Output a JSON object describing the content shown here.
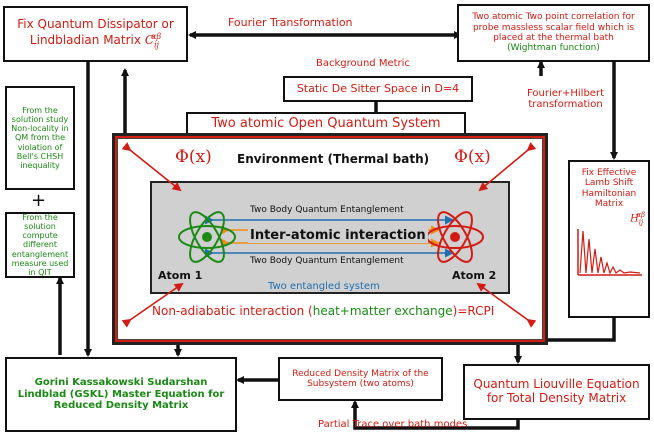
{
  "boxes": {
    "dissipator": {
      "line1": "Fix Quantum Dissipator or",
      "line2": "Lindbladian Matrix",
      "symbol": "C",
      "sub": "ij",
      "sup": "αβ"
    },
    "correlation": {
      "text": "Two atomic Two point correlation for probe massless scalar field which is placed at the thermal bath",
      "sub": "(Wightman function)"
    },
    "desitter": {
      "text": "Static De Sitter Space in D=4"
    },
    "open_system": {
      "text": "Two atomic Open Quantum System"
    },
    "nonlocality": {
      "text": "From the solution study Non-locality in QM from the violation of Bell's CHSH inequality"
    },
    "entanglement_measure": {
      "text": "From the solution compute different entanglement measure used in QIT"
    },
    "lamb_shift": {
      "text": "Fix Effective Lamb Shift Hamiltonian Matrix",
      "symbol": "H",
      "sub": "ij",
      "sup": "αβ"
    },
    "gskl": {
      "text": "Gorini Kassakowski Sudarshan Lindblad (GSKL) Master Equation for Reduced Density Matrix"
    },
    "reduced_density": {
      "text": "Reduced Density Matrix of the Subsystem (two atoms)"
    },
    "liouville": {
      "text": "Quantum Liouville Equation for Total Density Matrix"
    }
  },
  "labels": {
    "fourier": "Fourier Transformation",
    "background_metric": "Background Metric",
    "fourier_hilbert_1": "Fourier+Hilbert",
    "fourier_hilbert_2": "transformation",
    "partial_trace": "Partial Trace over bath modes",
    "plus": "+"
  },
  "system": {
    "environment": "Environment (Thermal bath)",
    "phi_left": "Φ(x)",
    "phi_right": "Φ(x)",
    "entangle_top": "Two Body Quantum Entanglement",
    "entangle_bottom": "Two Body Quantum Entanglement",
    "interaction": "Inter-atomic interaction",
    "atom1": "Atom 1",
    "atom2": "Atom 2",
    "entangled": "Two entangled system",
    "nonadiabatic_a": "Non-adiabatic interaction (",
    "nonadiabatic_b": "heat+matter exchange",
    "nonadiabatic_c": ")=RCPI"
  },
  "colors": {
    "red": "#d21b12",
    "green": "#1a8a14",
    "blue": "#1f6fb0",
    "orange": "#f08a14"
  }
}
